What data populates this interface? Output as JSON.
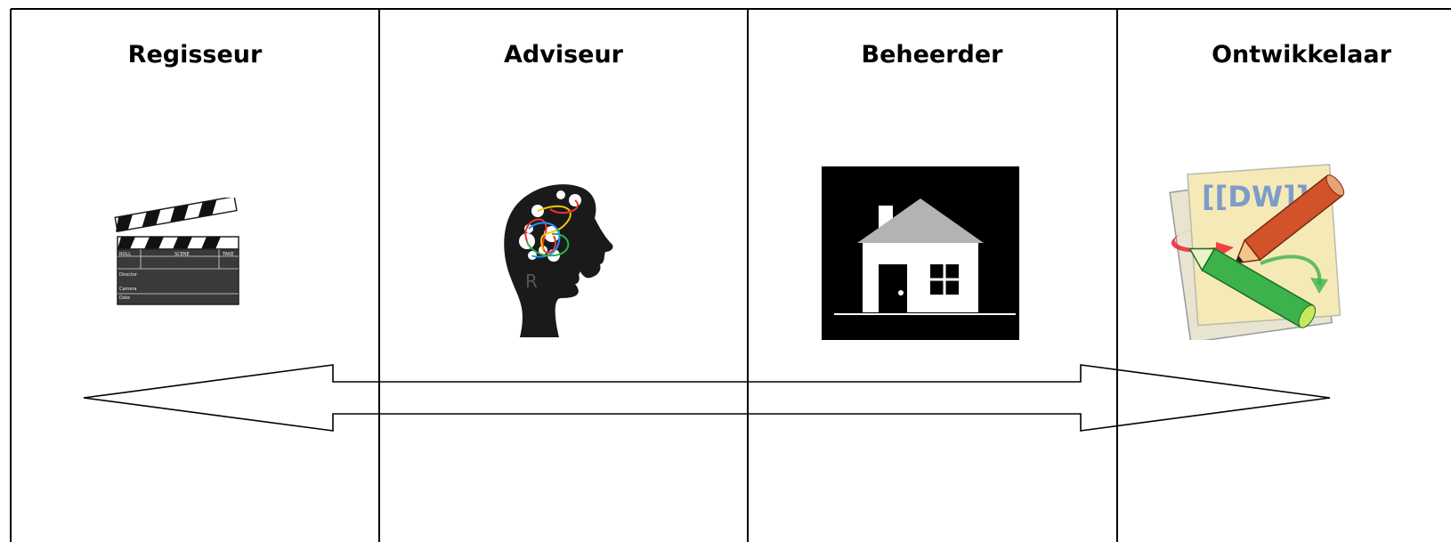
{
  "columns": [
    {
      "title": "Regisseur",
      "icon": "clapperboard-icon"
    },
    {
      "title": "Adviseur",
      "icon": "head-thoughts-icon"
    },
    {
      "title": "Beheerder",
      "icon": "house-icon"
    },
    {
      "title": "Ontwikkelaar",
      "icon": "dokuwiki-logo-icon"
    }
  ],
  "clapperboard": {
    "roll": "ROLL",
    "scene": "SCENE",
    "take": "TAKE",
    "director": "Director",
    "camera": "Camera",
    "date": "Date"
  },
  "head_letter": "R",
  "wiki_logo_text": "[[DW]]",
  "arrow": {
    "direction": "bidirectional"
  },
  "colors": {
    "lines": "#000000",
    "house_bg": "#000000",
    "roof": "#b3b3b3",
    "pencil_red": "#d2522a",
    "pencil_green": "#3cb34a",
    "paper": "#f5e9b8"
  }
}
